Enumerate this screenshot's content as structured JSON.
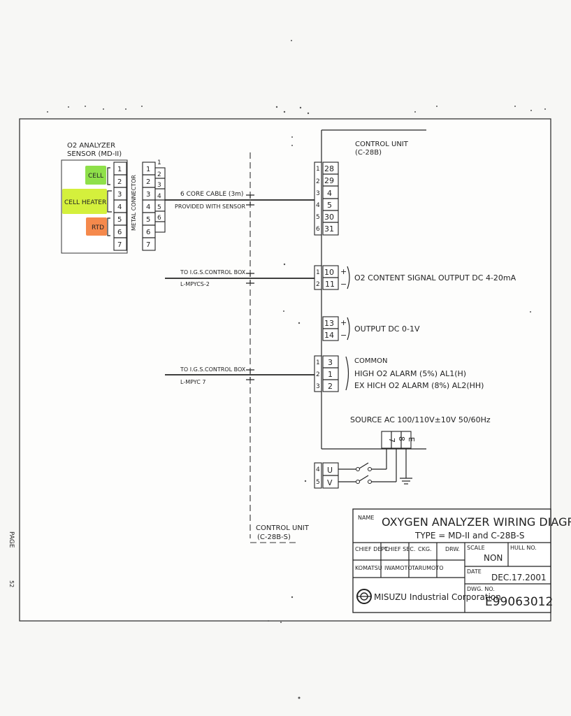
{
  "sensor": {
    "title_line1": "O2 ANALYZER",
    "title_line2": "SENSOR (MD-II)",
    "cell_label": "CELL",
    "cell_heater_label": "CELL HEATER",
    "rtd_label": "RTD",
    "terminals": [
      "1",
      "2",
      "3",
      "4",
      "5",
      "6",
      "7"
    ],
    "colors": {
      "cell": "#8fe04a",
      "cell_heater": "#d4f03c",
      "rtd": "#f5894c"
    }
  },
  "connector": {
    "label": "METAL CONNECTOR",
    "left_numbers": [
      "1",
      "2",
      "3",
      "4",
      "5",
      "6",
      "7"
    ],
    "right_numbers": [
      "1",
      "2",
      "3",
      "4",
      "5",
      "6"
    ]
  },
  "cables": {
    "sensor_cable_line1": "6 CORE CABLE (3m)",
    "sensor_cable_line2": "PROVIDED WITH SENSOR",
    "igs_box_1_line1": "TO I.G.S.CONTROL BOX",
    "igs_box_1_line2": "L-MPYCS-2",
    "igs_box_2_line1": "TO I.G.S.CONTROL BOX",
    "igs_box_2_line2": "L-MPYC 7"
  },
  "control_unit": {
    "title_line1": "CONTROL UNIT",
    "title_line2": "(C-28B)",
    "sensor_terminals": [
      "28",
      "29",
      "4",
      "5",
      "30",
      "31"
    ],
    "sensor_wire_numbers": [
      "1",
      "2",
      "3",
      "4",
      "5",
      "6"
    ],
    "signal_terminals": [
      "10",
      "11"
    ],
    "signal_wire_numbers": [
      "1",
      "2"
    ],
    "signal_label": "O2 CONTENT SIGNAL OUTPUT DC 4-20mA",
    "output_terminals": [
      "13",
      "14"
    ],
    "output_label": "OUTPUT DC 0-1V",
    "alarm_terminals": [
      "3",
      "1",
      "2"
    ],
    "alarm_wire_numbers": [
      "1",
      "2",
      "3"
    ],
    "alarm_common": "COMMON",
    "alarm_high": "HIGH O2 ALARM (5%) AL1(H)",
    "alarm_ex_high": "EX HICH O2 ALARM (8%) AL2(HH)",
    "plus": "+",
    "minus": "−",
    "source_label": "SOURCE AC 100/110V±10V 50/60Hz",
    "power_terminals": [
      "7",
      "8",
      "E"
    ],
    "supply_terminals": [
      "U",
      "V"
    ],
    "supply_wire_numbers": [
      "4",
      "5"
    ],
    "bottom_label_line1": "CONTROL UNIT",
    "bottom_label_line2": "(C-28B-S)"
  },
  "title_block": {
    "name_caption": "NAME",
    "title": "OXYGEN ANALYZER WIRING DIAGRAM",
    "type_line": "TYPE = MD-II and C-28B-S",
    "headers": [
      "CHIEF DEPT.",
      "CHIEF SEC.",
      "CKG.",
      "DRW."
    ],
    "signatures": [
      "KOMATSU",
      "IWAMOTO",
      "TARUMOTO",
      ""
    ],
    "scale_caption": "SCALE",
    "scale_value": "NON",
    "hull_caption": "HULL NO.",
    "date_caption": "DATE",
    "date_value": "DEC.17.2001",
    "dwg_caption": "DWG. NO.",
    "dwg_value": "E99063012",
    "company": "MISUZU Industrial Corporation"
  },
  "margin": {
    "page_label": "PAGE",
    "page_number": "52"
  }
}
